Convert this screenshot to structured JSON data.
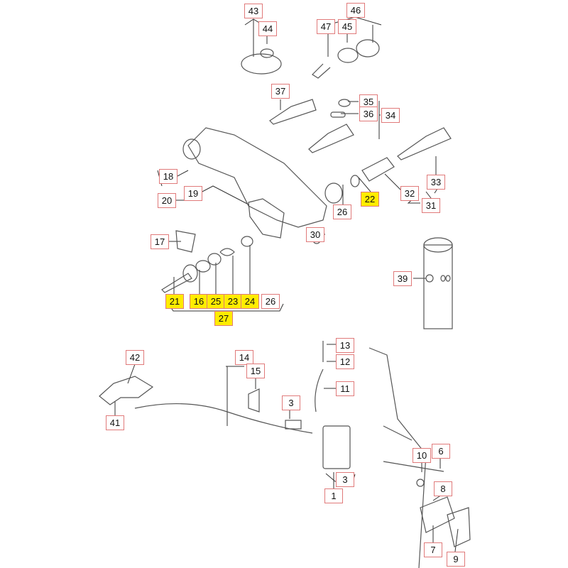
{
  "diagram": {
    "highlight_color": "#ffec00",
    "callout_border_color": "#e07a7a",
    "callouts": [
      {
        "id": "c43",
        "text": "43",
        "highlighted": false
      },
      {
        "id": "c44",
        "text": "44",
        "highlighted": false
      },
      {
        "id": "c46",
        "text": "46",
        "highlighted": false
      },
      {
        "id": "c47",
        "text": "47",
        "highlighted": false
      },
      {
        "id": "c45",
        "text": "45",
        "highlighted": false
      },
      {
        "id": "c37",
        "text": "37",
        "highlighted": false
      },
      {
        "id": "c35",
        "text": "35",
        "highlighted": false
      },
      {
        "id": "c36",
        "text": "36",
        "highlighted": false
      },
      {
        "id": "c34",
        "text": "34",
        "highlighted": false
      },
      {
        "id": "c18",
        "text": "18",
        "highlighted": false
      },
      {
        "id": "c20",
        "text": "20",
        "highlighted": false
      },
      {
        "id": "c19",
        "text": "19",
        "highlighted": false
      },
      {
        "id": "c33",
        "text": "33",
        "highlighted": false
      },
      {
        "id": "c22",
        "text": "22",
        "highlighted": true
      },
      {
        "id": "c32",
        "text": "32",
        "highlighted": false
      },
      {
        "id": "c31",
        "text": "31",
        "highlighted": false
      },
      {
        "id": "c26a",
        "text": "26",
        "highlighted": false
      },
      {
        "id": "c30",
        "text": "30",
        "highlighted": false
      },
      {
        "id": "c17",
        "text": "17",
        "highlighted": false
      },
      {
        "id": "c39",
        "text": "39",
        "highlighted": false
      },
      {
        "id": "c21",
        "text": "21",
        "highlighted": true
      },
      {
        "id": "c16",
        "text": "16",
        "highlighted": true
      },
      {
        "id": "c25",
        "text": "25",
        "highlighted": true
      },
      {
        "id": "c23",
        "text": "23",
        "highlighted": true
      },
      {
        "id": "c24",
        "text": "24",
        "highlighted": true
      },
      {
        "id": "c26b",
        "text": "26",
        "highlighted": false
      },
      {
        "id": "c27",
        "text": "27",
        "highlighted": true
      },
      {
        "id": "c42",
        "text": "42",
        "highlighted": false
      },
      {
        "id": "c14",
        "text": "14",
        "highlighted": false
      },
      {
        "id": "c15",
        "text": "15",
        "highlighted": false
      },
      {
        "id": "c13",
        "text": "13",
        "highlighted": false
      },
      {
        "id": "c12",
        "text": "12",
        "highlighted": false
      },
      {
        "id": "c11",
        "text": "11",
        "highlighted": false
      },
      {
        "id": "c3a",
        "text": "3",
        "highlighted": false
      },
      {
        "id": "c41",
        "text": "41",
        "highlighted": false
      },
      {
        "id": "c10",
        "text": "10",
        "highlighted": false
      },
      {
        "id": "c6",
        "text": "6",
        "highlighted": false
      },
      {
        "id": "c3b",
        "text": "3",
        "highlighted": false
      },
      {
        "id": "c1",
        "text": "1",
        "highlighted": false
      },
      {
        "id": "c8",
        "text": "8",
        "highlighted": false
      },
      {
        "id": "c7",
        "text": "7",
        "highlighted": false
      },
      {
        "id": "c9",
        "text": "9",
        "highlighted": false
      }
    ]
  }
}
